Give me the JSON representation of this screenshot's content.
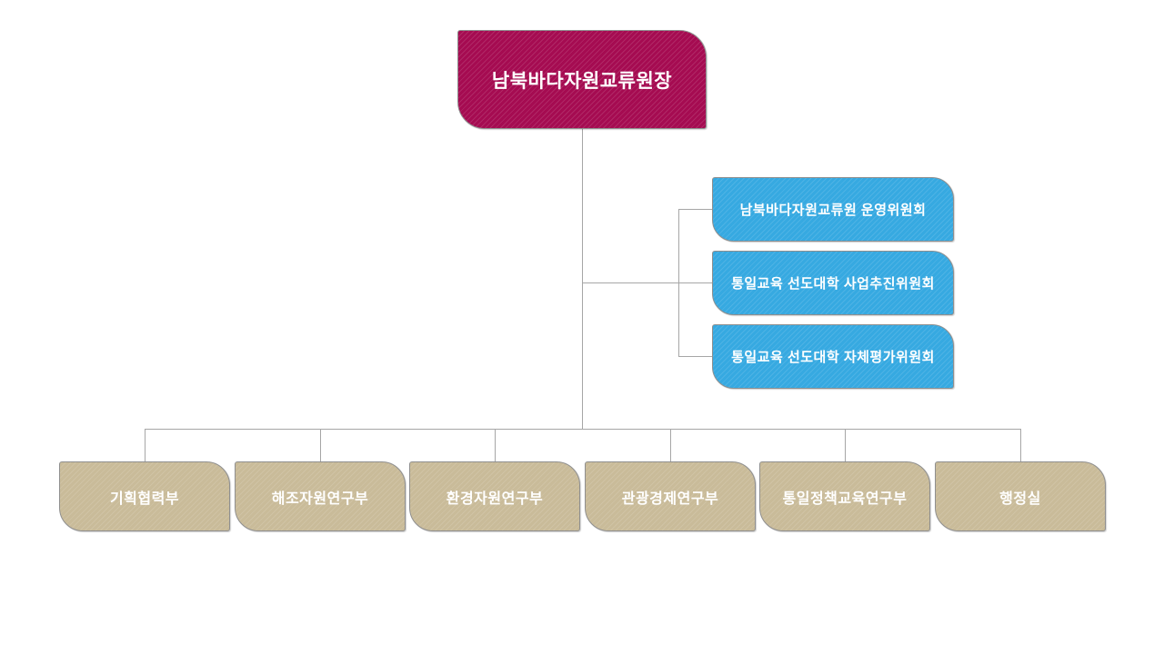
{
  "org_chart": {
    "root": {
      "label": "남북바다자원교류원장"
    },
    "committees": [
      {
        "label": "남북바다자원교류원 운영위원회"
      },
      {
        "label": "통일교육 선도대학 사업추진위원회"
      },
      {
        "label": "통일교육 선도대학 자체평가위원회"
      }
    ],
    "departments": [
      {
        "label": "기획협력부"
      },
      {
        "label": "해조자원연구부"
      },
      {
        "label": "환경자원연구부"
      },
      {
        "label": "관광경제연구부"
      },
      {
        "label": "통일정책교육연구부"
      },
      {
        "label": "행정실"
      }
    ]
  },
  "colors": {
    "root_box": "#a50b51",
    "committee_box": "#36a9e1",
    "department_box": "#c9bb99",
    "connector_line": "#a6a6a6",
    "box_border": "#8f8f8f",
    "text": "#ffffff",
    "background": "#ffffff"
  }
}
